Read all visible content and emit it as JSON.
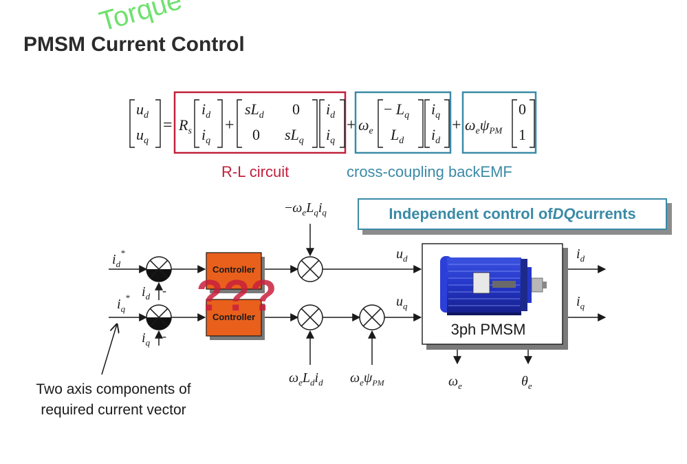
{
  "slide": {
    "title": "PMSM Current Control",
    "overlay_word": "Torque",
    "equation": {
      "lhs": [
        "u_d",
        "u_q"
      ],
      "rs": "R_s",
      "current_vec": [
        "i_d",
        "i_q"
      ],
      "inductance_matrix": [
        "sL_d",
        "0",
        "0",
        "sL_q"
      ],
      "coupling_matrix": [
        "-L_q",
        "L_d"
      ],
      "coupling_current": [
        "i_q",
        "i_d"
      ],
      "backemf_coeff": "ω_e ψ_PM",
      "backemf_vec": [
        "0",
        "1"
      ],
      "label_rl": "R-L circuit",
      "label_backemf": "cross-coupling backEMF",
      "color_rl": "#c0203c",
      "color_backemf": "#3a8aa6"
    },
    "callout": {
      "text_prefix": "Independent control of ",
      "text_em": "DQ",
      "text_suffix": " currents"
    },
    "diagram": {
      "ref_d": "i_d*",
      "ref_q": "i_q*",
      "fb_d": "i_d",
      "fb_q": "i_q",
      "minus": "-",
      "controller_label": "Controller",
      "controller_color": "#e8601c",
      "unknown": "???",
      "decouple_top": "−ω_e L_q i_q",
      "decouple_bottom": "ω_e L_d i_d",
      "backemf_ff": "ω_e ψ_PM",
      "out_ud": "u_d",
      "out_uq": "u_q",
      "motor_label": "3ph PMSM",
      "motor_out_id": "i_d",
      "motor_out_iq": "i_q",
      "motor_out_we": "ω_e",
      "motor_out_theta": "θ_e"
    },
    "caption": [
      "Two axis components of",
      "required current vector"
    ]
  }
}
